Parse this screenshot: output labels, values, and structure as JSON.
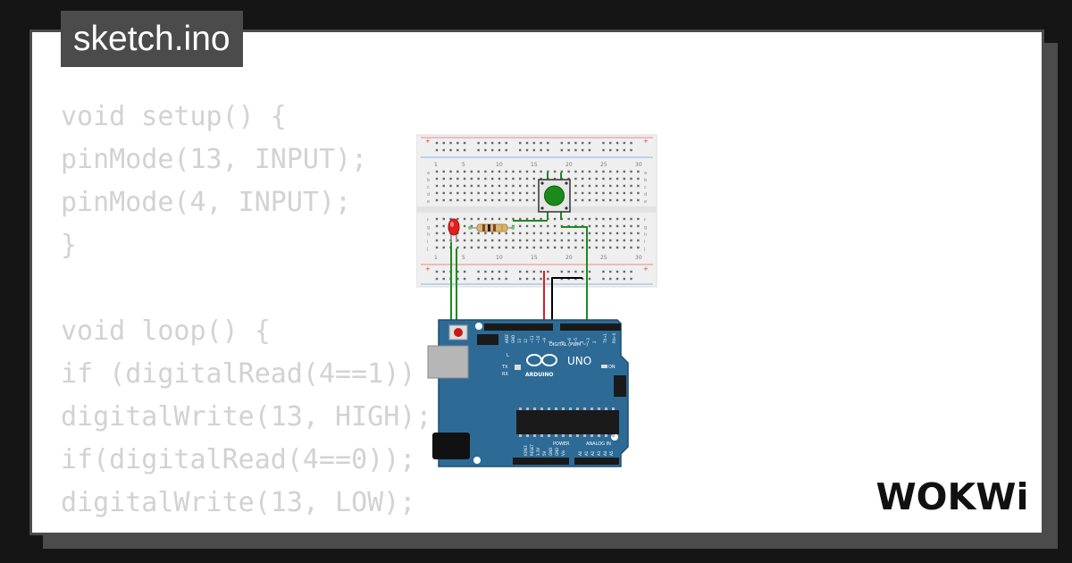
{
  "tab": {
    "title": "sketch.ino"
  },
  "code": {
    "lines": [
      "void setup() {",
      "pinMode(13, INPUT);",
      "pinMode(4, INPUT);",
      "}",
      "",
      "void loop() {",
      "if (digitalRead(4==1)) {",
      "digitalWrite(13, HIGH);",
      "if(digitalRead(4==0));",
      "digitalWrite(13, LOW);",
      "}"
    ]
  },
  "breadboard": {
    "column_numbers": [
      "1",
      "5",
      "10",
      "15",
      "20",
      "25",
      "30"
    ],
    "row_letters_top": [
      "a",
      "b",
      "c",
      "d",
      "e"
    ],
    "row_letters_bottom": [
      "f",
      "g",
      "h",
      "i",
      "j"
    ],
    "rail_sign": "+"
  },
  "arduino": {
    "model": "UNO",
    "brand": "ARDUINO",
    "digital_label": "DIGITAL (PWM ~)",
    "power_label": "POWER",
    "analog_label": "ANALOG IN",
    "on_label": "ON",
    "l_label": "L",
    "tx_label": "TX",
    "rx_label": "RX",
    "aref_label": "AREF",
    "gnd_label": "GND",
    "digital_pins": [
      "13",
      "12",
      "~11",
      "~10",
      "~9",
      "8",
      "7",
      "~6",
      "~5",
      "4",
      "~3",
      "2",
      "TX→1",
      "RX←0"
    ],
    "power_pins": [
      "IOREF",
      "RESET",
      "3.3V",
      "5V",
      "GND",
      "GND",
      "Vin"
    ],
    "analog_pins": [
      "A0",
      "A1",
      "A2",
      "A3",
      "A4",
      "A5"
    ]
  },
  "logo": {
    "text": "WOKWi"
  },
  "colors": {
    "frame": "#4b4b4b",
    "background": "#151515",
    "code_text": "#d2d2d2",
    "board_blue": "#2d6b96",
    "wire_green": "#1f8a1f",
    "wire_red": "#d62020",
    "wire_black": "#000000",
    "led_red": "#e02020",
    "button_green": "#1a8a1a"
  }
}
